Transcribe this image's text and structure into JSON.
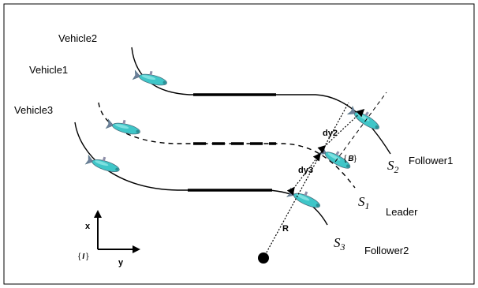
{
  "labels": {
    "vehicle2": "Vehicle2",
    "vehicle1": "Vehicle1",
    "vehicle3": "Vehicle3",
    "follower1": "Follower1",
    "leader": "Leader",
    "follower2": "Follower2",
    "dy2": "dy2",
    "dy3": "dy3",
    "radius": "R",
    "s_letter": "S",
    "s2_sub": "2",
    "s1_sub": "1",
    "s3_sub": "3",
    "body_frame": "{ B}",
    "body_frame_open": "{",
    "body_frame_letter": "B",
    "body_frame_close": "}",
    "inertial_open": "{",
    "inertial_letter": "I",
    "inertial_close": "}",
    "axis_x": "x",
    "axis_y": "y"
  },
  "colors": {
    "vehicle_body": "#3fc6c8",
    "vehicle_outline": "#4b6f7e",
    "line": "#000000"
  },
  "icons": {
    "vehicle": "underwater-vehicle-icon",
    "origin": "filled-circle"
  }
}
